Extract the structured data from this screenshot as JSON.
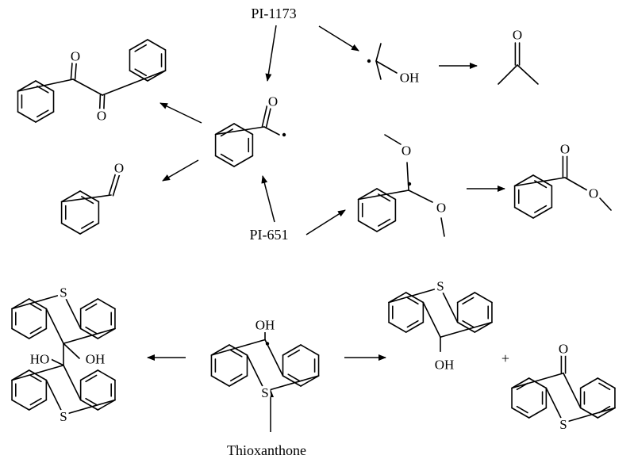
{
  "title": "Photoinitiator radical reaction pathways",
  "labels": {
    "pi1173": "PI-1173",
    "pi651": "PI-651",
    "thioxanthone": "Thioxanthone",
    "plus": "+"
  },
  "atoms": {
    "O": "O",
    "OH": "OH",
    "HO": "HO",
    "S": "S"
  }
}
